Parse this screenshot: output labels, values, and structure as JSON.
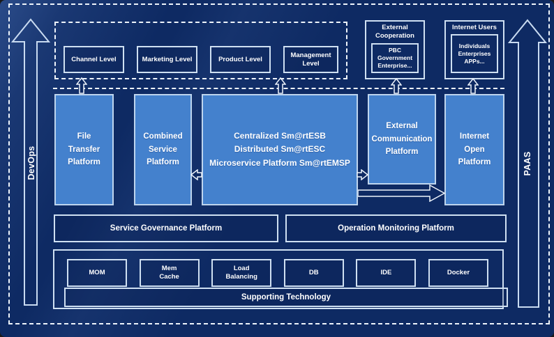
{
  "diagram": {
    "left_arrow_label": "DevOps",
    "right_arrow_label": "PAAS",
    "levels": [
      {
        "label": "Channel Level"
      },
      {
        "label": "Marketing Level"
      },
      {
        "label": "Product Level"
      },
      {
        "label": "Management Level"
      }
    ],
    "external_cooperation": {
      "title": "External\nCooperation",
      "content": "PBC Government\nEnterprise..."
    },
    "internet_users": {
      "title": "Internet Users",
      "content": "Individuals\nEnterprises\nAPPs..."
    },
    "platforms": [
      {
        "label": "File\nTransfer\nPlatform"
      },
      {
        "label": "Combined\nService\nPlatform"
      },
      {
        "label": "Centralized Sm@rtESB\nDistributed Sm@rtESC\nMicroservice Platform Sm@rtEMSP"
      },
      {
        "label": "External\nCommunication\nPlatform"
      },
      {
        "label": "Internet\nOpen\nPlatform"
      }
    ],
    "governance_row": [
      {
        "label": "Service Governance Platform"
      },
      {
        "label": "Operation Monitoring Platform"
      }
    ],
    "technologies": [
      {
        "label": "MOM"
      },
      {
        "label": "Mem\nCache"
      },
      {
        "label": "Load\nBalancing"
      },
      {
        "label": "DB"
      },
      {
        "label": "IDE"
      },
      {
        "label": "Docker"
      }
    ],
    "supporting_label": "Supporting Technology",
    "colors": {
      "background": "#0e2a63",
      "platform_fill": "#4481cd",
      "box_border": "#cfe0f2",
      "dashed_line": "#eef4fb",
      "text": "#ffffff"
    }
  }
}
